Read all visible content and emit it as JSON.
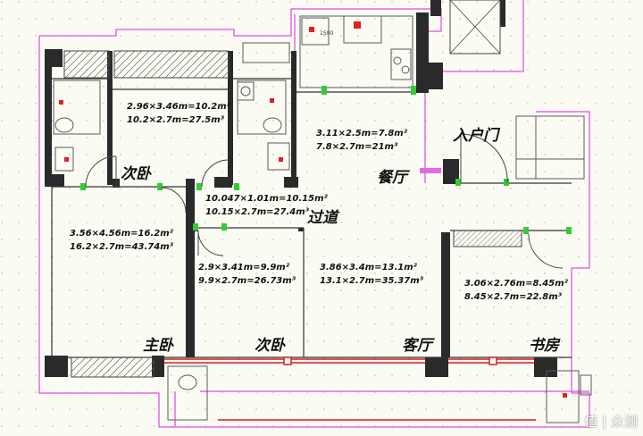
{
  "rooms": {
    "second_bedroom_top": "次卧",
    "dining": "餐厅",
    "entrance_door": "入户门",
    "corridor": "过道",
    "master_bedroom": "主卧",
    "second_bedroom_bottom": "次卧",
    "living_room": "客厅",
    "study": "书房"
  },
  "dims": {
    "second_bedroom_top": [
      "2.96×3.46m=10.2m²",
      "10.2×2.7m=27.5m³"
    ],
    "dining": [
      "3.11×2.5m=7.8m²",
      "7.8×2.7m=21m³"
    ],
    "corridor": [
      "10.047×1.01m=10.15m²",
      "10.15×2.7m=27.4m³"
    ],
    "master_bedroom": [
      "3.56×4.56m=16.2m²",
      "16.2×2.7m=43.74m³"
    ],
    "second_bedroom_bottom": [
      "2.9×3.41m=9.9m²",
      "9.9×2.7m=26.73m³"
    ],
    "living_room": [
      "3.86×3.4m=13.1m²",
      "13.1×2.7m=35.37m³"
    ],
    "study": [
      "3.06×2.76m=8.45m²",
      "8.45×2.7m=22.8m³"
    ]
  },
  "small_label": "1500",
  "watermark": "值 | 众测",
  "colors": {
    "wall": "#2a2a2a",
    "outline": "#e46ae4",
    "fixture": "#5a5a5a",
    "window": "#d42020",
    "door": "#33cc33",
    "sink": "#d22",
    "grid_dot": "#c8c8a8"
  }
}
